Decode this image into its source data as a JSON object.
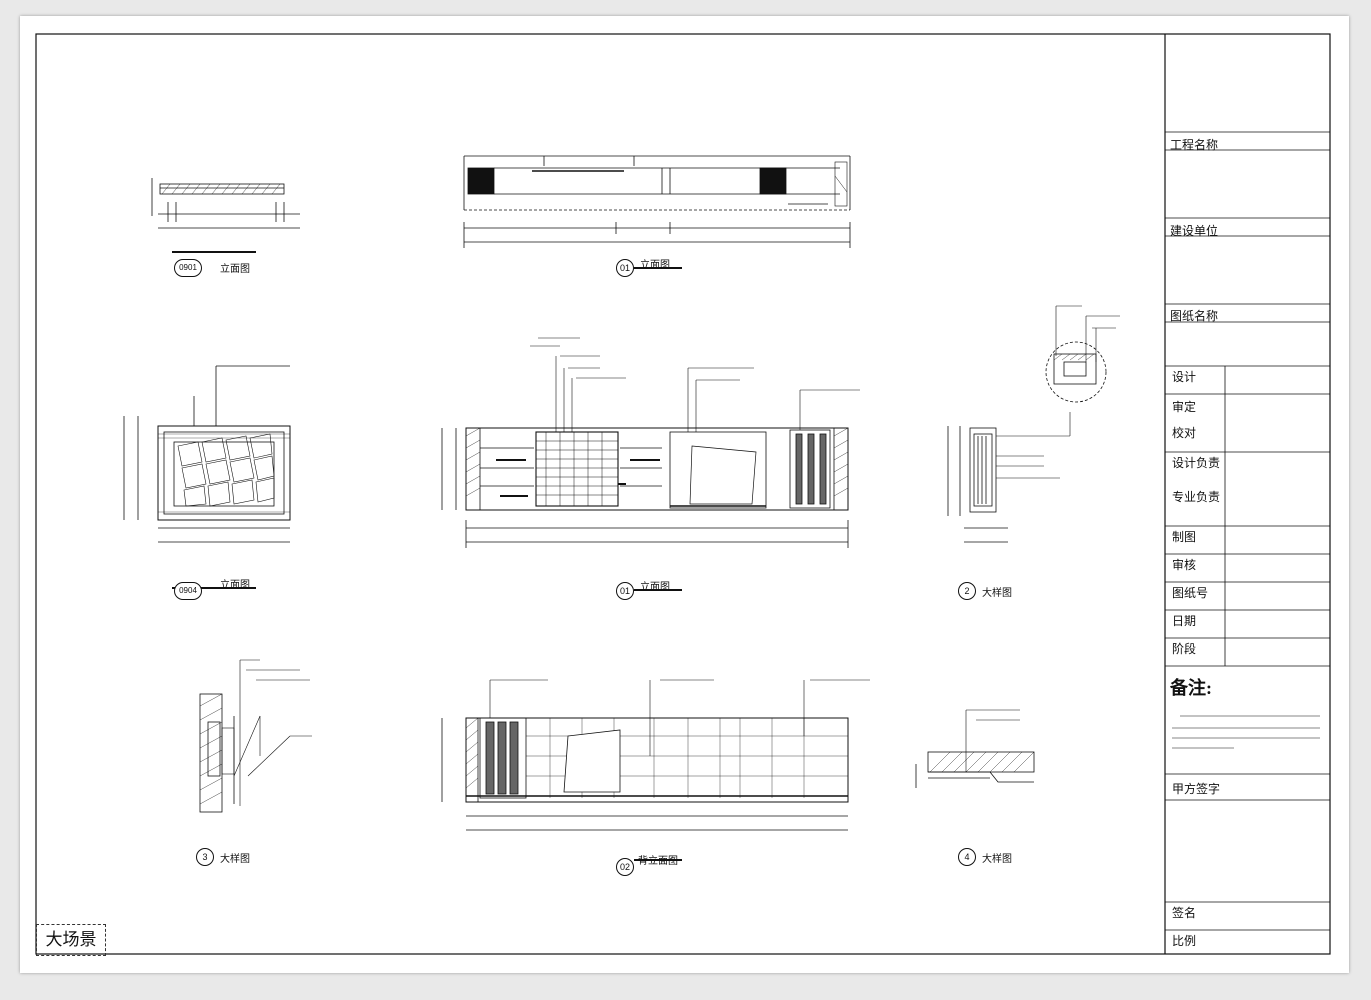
{
  "title_block": {
    "project_name_label": "工程名称",
    "client_label": "建设单位",
    "drawing_name_label": "图纸名称",
    "design_label": "设计",
    "check_label": "审定",
    "proof_label": "校对",
    "design_lead_label": "设计负责",
    "discipline_lead_label": "专业负责",
    "draw_label": "制图",
    "review_label": "审核",
    "sheet_no_label": "图纸号",
    "date_label": "日期",
    "stage_label": "阶段",
    "remarks_label": "备注:",
    "client_design_label": "甲方签字",
    "signature_label": "签名",
    "ratio_label": "比例"
  },
  "drawings": {
    "plan_top_left": {
      "number": "0901",
      "title": "立面图"
    },
    "plan_top_center": {
      "number": "01",
      "title": "立面图"
    },
    "elev_mid_left": {
      "number": "0904",
      "title": "立面图"
    },
    "elev_mid_center": {
      "number": "01",
      "title": "立面图"
    },
    "section_mid_right": {
      "number": "2",
      "title": "大样图"
    },
    "section_bottom_left": {
      "number": "3",
      "title": "大样图"
    },
    "elev_bottom_center": {
      "number": "02",
      "title": "背立面图"
    },
    "section_bottom_right": {
      "number": "4",
      "title": "大样图"
    }
  },
  "stamp": "大场景",
  "colors": {
    "line": "#111111",
    "paper": "#ffffff",
    "background": "#e9e9e9"
  }
}
